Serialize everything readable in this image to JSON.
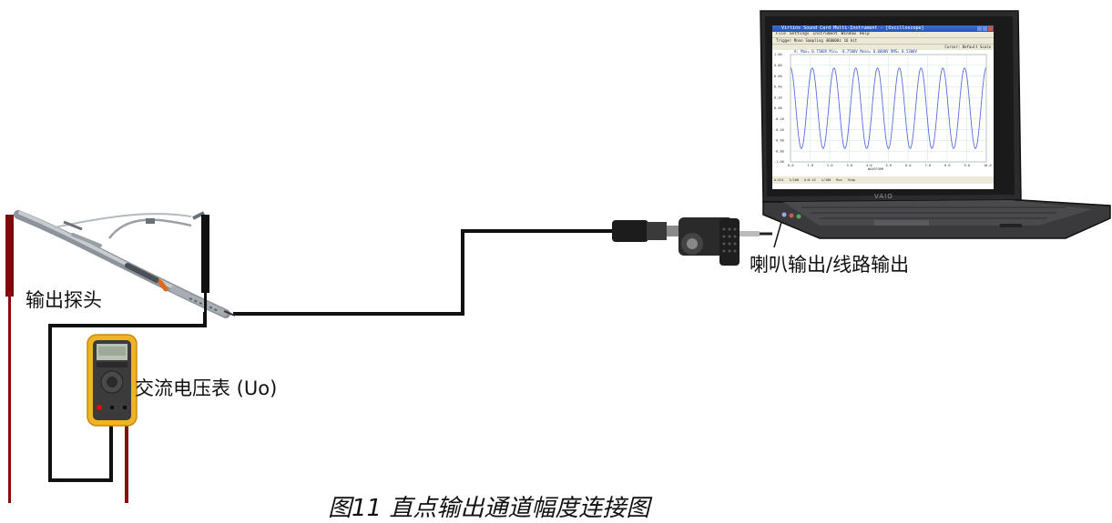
{
  "labels": {
    "probe": "输出探头",
    "voltmeter": "交流电压表 (Uo)",
    "speaker_out": "喇叭输出/线路输出"
  },
  "caption": "图11  直点输出通道幅度连接图",
  "oscilloscope_app": {
    "title": "Virtins Sound Card Multi-Instrument - [Oscilloscope]",
    "menu": [
      "File",
      "Settings",
      "Instrument",
      "Window",
      "Help"
    ],
    "toolbar": [
      "Trigger",
      "Mono",
      "Sampling",
      "48000Hz",
      "16 bit"
    ],
    "toolbar2": "Cursor: Default Scale",
    "stats": "A: Max= 0.7500V  Min= -0.7500V  Mean= 0.0000V  RMS= 0.5300V",
    "y_ticks": [
      "1.00",
      "0.80",
      "0.60",
      "0.40",
      "0.20",
      "0.00",
      "-0.20",
      "-0.40",
      "-0.60",
      "-0.80",
      "-1.00"
    ],
    "x_ticks": [
      "0.0",
      "1.0",
      "2.0",
      "3.0",
      "4.0",
      "5.0",
      "6.0",
      "7.0",
      "8.0",
      "9.0",
      "10.0"
    ],
    "x_title": "WAVEFORM",
    "statusbar": [
      "A:Ch1",
      "1/100",
      "A:0.1V",
      "1/100",
      "Run",
      "Stop"
    ],
    "brand": "VAIO"
  },
  "colors": {
    "wire": "#111111",
    "probe_red": "#8b0b0b",
    "meter_body": "#f0b321",
    "waveform": "#5a6de0",
    "screen_grid": "#cfe8d0"
  }
}
